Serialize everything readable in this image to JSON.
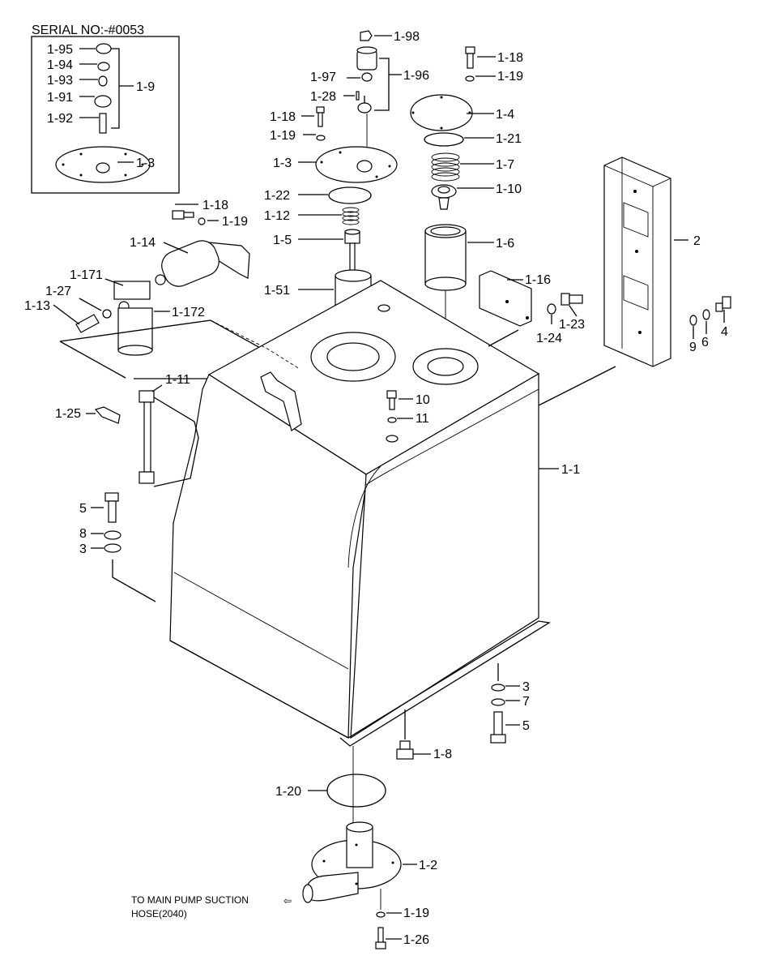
{
  "header": {
    "serial_text": "SERIAL NO:-#0053"
  },
  "note": {
    "line1": "TO MAIN PUMP SUCTION",
    "line2": "HOSE(2040)",
    "arrow": "⇦"
  },
  "callouts": {
    "c_1_95": "1-95",
    "c_1_94": "1-94",
    "c_1_93": "1-93",
    "c_1_91": "1-91",
    "c_1_92": "1-92",
    "c_1_9": "1-9",
    "c_1_3_inset": "1-3",
    "c_1_98": "1-98",
    "c_1_97": "1-97",
    "c_1_96": "1-96",
    "c_1_28": "1-28",
    "c_1_18_a": "1-18",
    "c_1_19_a": "1-19",
    "c_1_3": "1-3",
    "c_1_22": "1-22",
    "c_1_12": "1-12",
    "c_1_5": "1-5",
    "c_1_51": "1-51",
    "c_1_18_b": "1-18",
    "c_1_19_b": "1-19",
    "c_1_4": "1-4",
    "c_1_21": "1-21",
    "c_1_7": "1-7",
    "c_1_10": "1-10",
    "c_1_6": "1-6",
    "c_1_18_c": "1-18",
    "c_1_19_c": "1-19",
    "c_1_14": "1-14",
    "c_1_171": "1-171",
    "c_1_27": "1-27",
    "c_1_13": "1-13",
    "c_1_172": "1-172",
    "c_2": "2",
    "c_1_16": "1-16",
    "c_1_24": "1-24",
    "c_1_23": "1-23",
    "c_9": "9",
    "c_6": "6",
    "c_4": "4",
    "c_1_11": "1-11",
    "c_1_25": "1-25",
    "c_10": "10",
    "c_11": "11",
    "c_1_1": "1-1",
    "c_5_a": "5",
    "c_8": "8",
    "c_3_a": "3",
    "c_3_b": "3",
    "c_7": "7",
    "c_5_b": "5",
    "c_1_8": "1-8",
    "c_1_20": "1-20",
    "c_1_2": "1-2",
    "c_1_19_d": "1-19",
    "c_1_26": "1-26"
  }
}
